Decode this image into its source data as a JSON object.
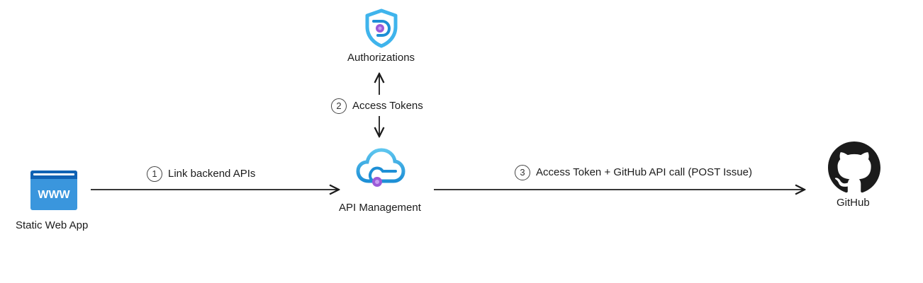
{
  "nodes": {
    "static_web_app": {
      "label": "Static Web App",
      "icon": "www-icon"
    },
    "api_management": {
      "label": "API Management",
      "icon": "api-management-icon"
    },
    "authorizations": {
      "label": "Authorizations",
      "icon": "shield-icon"
    },
    "github": {
      "label": "GitHub",
      "icon": "github-icon"
    }
  },
  "steps": [
    {
      "number": "1",
      "label": "Link backend APIs"
    },
    {
      "number": "2",
      "label": "Access Tokens"
    },
    {
      "number": "3",
      "label": "Access Token + GitHub API call (POST Issue)"
    }
  ],
  "colors": {
    "azure_blue": "#0078d4",
    "light_blue": "#50c8f0",
    "purple": "#9b5ad8",
    "github_black": "#1b1b1b"
  }
}
